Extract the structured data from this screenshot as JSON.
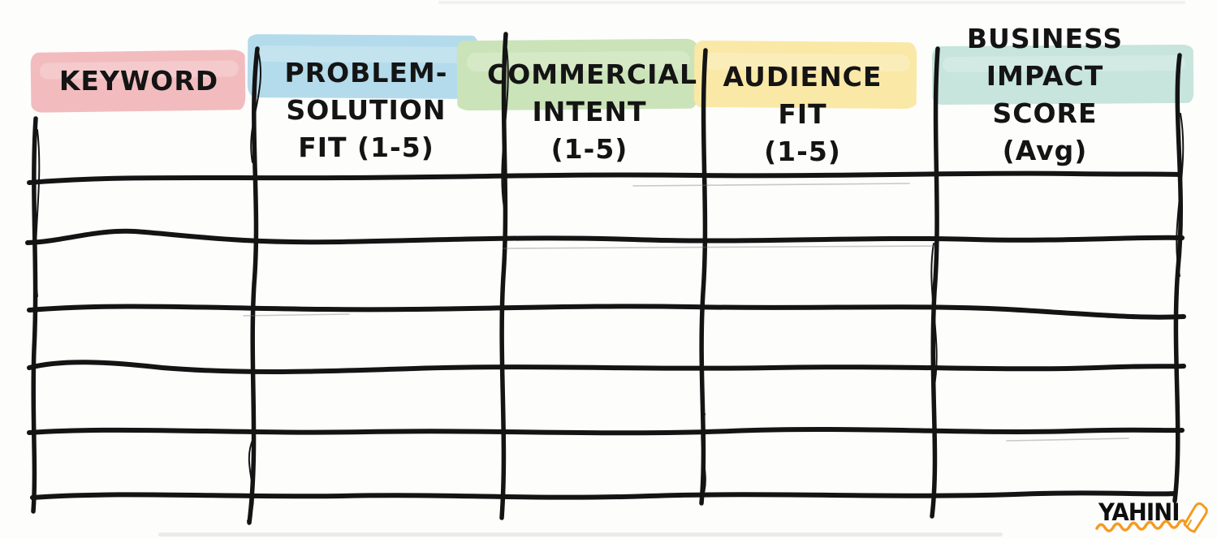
{
  "table": {
    "description": "Hand-drawn keyword scoring table with empty body rows",
    "ink_color": "#141414",
    "columns": [
      {
        "key": "keyword",
        "lines": [
          "KEYWORD"
        ],
        "highlight_color": "#f2bcbe"
      },
      {
        "key": "problem_solution_fit",
        "lines": [
          "PROBLEM-",
          "SOLUTION",
          "FIT (1-5)"
        ],
        "highlight_color": "#b3dbeb"
      },
      {
        "key": "commercial_intent",
        "lines": [
          "COMMERCIAL",
          "INTENT",
          "(1-5)"
        ],
        "highlight_color": "#cbe3b8"
      },
      {
        "key": "audience_fit",
        "lines": [
          "AUDIENCE",
          "FIT",
          "(1-5)"
        ],
        "highlight_color": "#fae8a6"
      },
      {
        "key": "business_impact_score",
        "lines": [
          "BUSINESS",
          "IMPACT",
          "SCORE",
          "(Avg)"
        ],
        "highlight_color": "#c7e4dd"
      }
    ],
    "body_row_count": 5,
    "body_rows": [
      [
        "",
        "",
        "",
        "",
        ""
      ],
      [
        "",
        "",
        "",
        "",
        ""
      ],
      [
        "",
        "",
        "",
        "",
        ""
      ],
      [
        "",
        "",
        "",
        "",
        ""
      ],
      [
        "",
        "",
        "",
        "",
        ""
      ]
    ]
  },
  "branding": {
    "logo_text": "YAHINI",
    "accent_color": "#f59b20",
    "ink_color": "#0e0e0e"
  }
}
